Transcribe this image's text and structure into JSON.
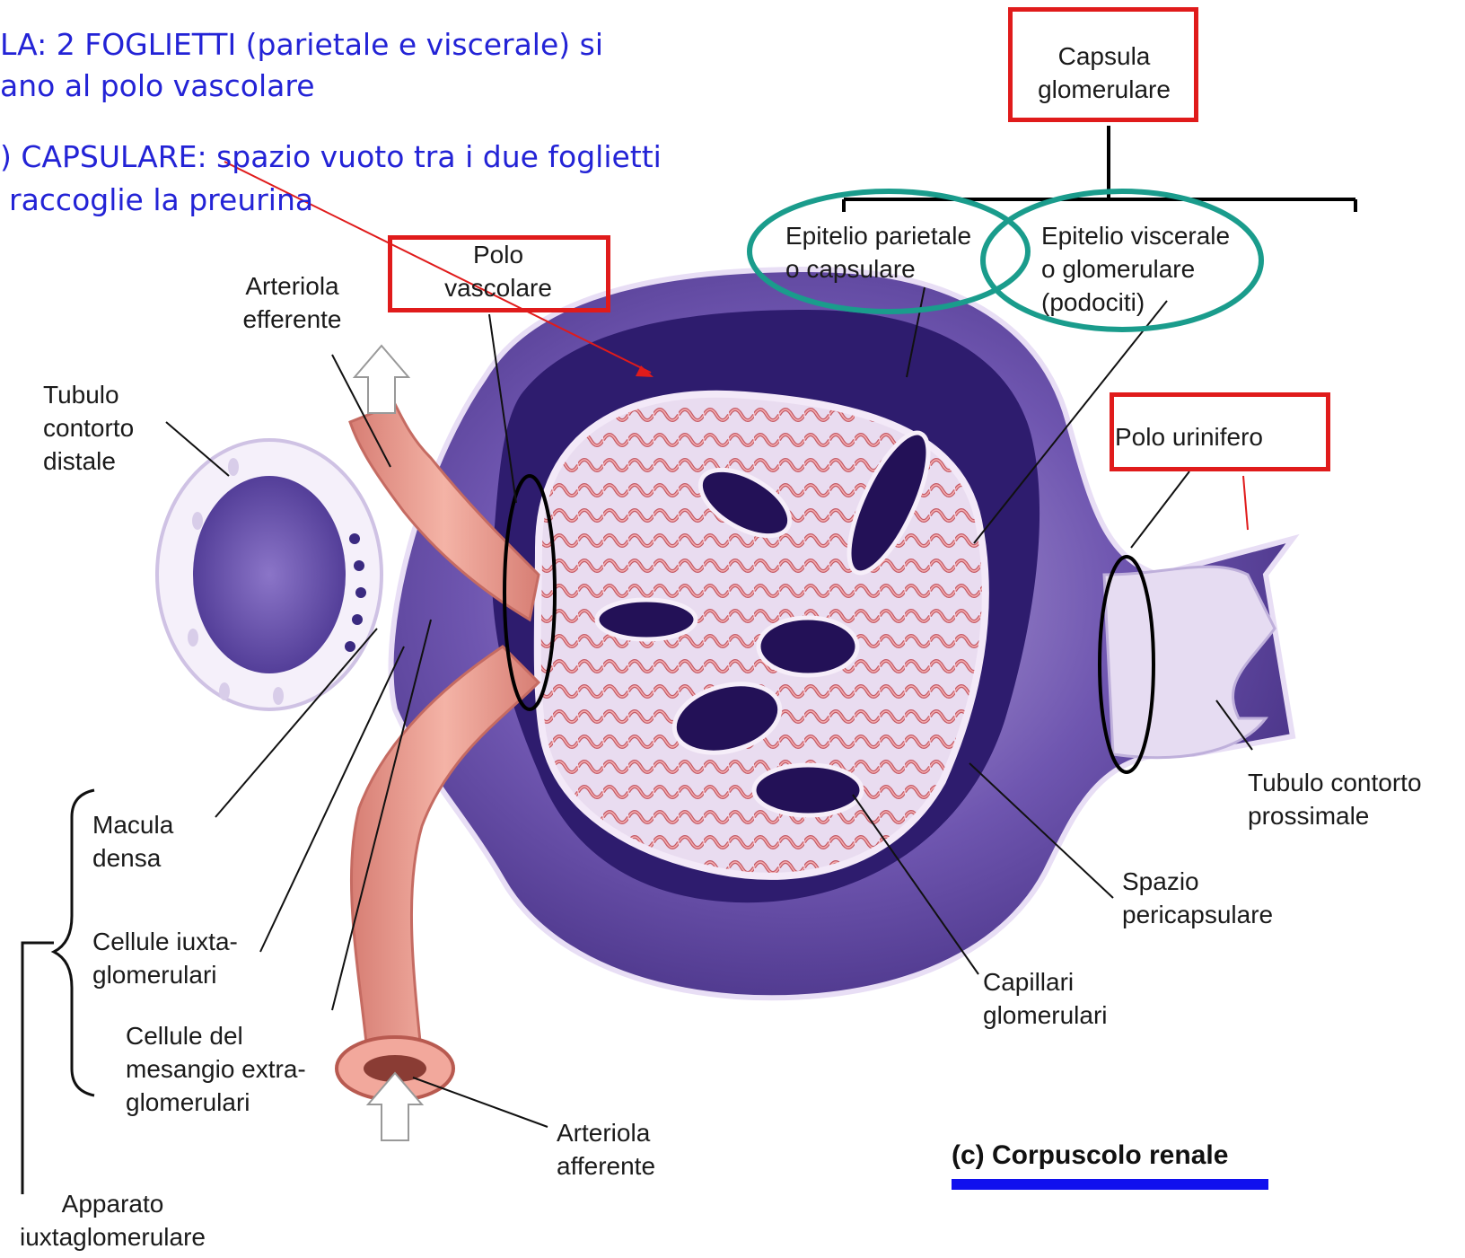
{
  "notes": {
    "line1": "LA: 2 FOGLIETTI (parietale e viscerale) si",
    "line2": "ano al polo vascolare",
    "line3": ") CAPSULARE: spazio vuoto tra i due foglietti",
    "line4": "raccoglie la preurina"
  },
  "labels": {
    "capsula": [
      "Capsula",
      "glomerulare"
    ],
    "epitelio_parietale": [
      "Epitelio parietale",
      "o capsulare"
    ],
    "epitelio_viscerale": [
      "Epitelio viscerale",
      "o glomerulare",
      "(podociti)"
    ],
    "polo_vascolare": [
      "Polo",
      "vascolare"
    ],
    "arteriola_efferente": [
      "Arteriola",
      "efferente"
    ],
    "tubulo_distale": [
      "Tubulo",
      "contorto",
      "distale"
    ],
    "polo_urinifero": "Polo urinifero",
    "tubulo_prossimale": [
      "Tubulo contorto",
      "prossimale"
    ],
    "spazio_pericapsulare": [
      "Spazio",
      "pericapsulare"
    ],
    "capillari": [
      "Capillari",
      "glomerulari"
    ],
    "macula_densa": [
      "Macula",
      "densa"
    ],
    "cellule_iuxta": [
      "Cellule iuxta-",
      "glomerulari"
    ],
    "cellule_mesangio": [
      "Cellule del",
      "mesangio extra-",
      "glomerulari"
    ],
    "arteriola_afferente": [
      "Arteriola",
      "afferente"
    ],
    "apparato": [
      "Apparato",
      "iuxtaglomerulare"
    ]
  },
  "caption": "(c) Corpuscolo renale",
  "colors": {
    "annotation_text": "#2323d6",
    "highlight_box": "#e01b1b",
    "highlight_ellipse": "#1a9c8c",
    "capsule": "#5a3e9e",
    "arteriole": "#e8968a",
    "capillary_membrane": "#d9c8e6"
  }
}
